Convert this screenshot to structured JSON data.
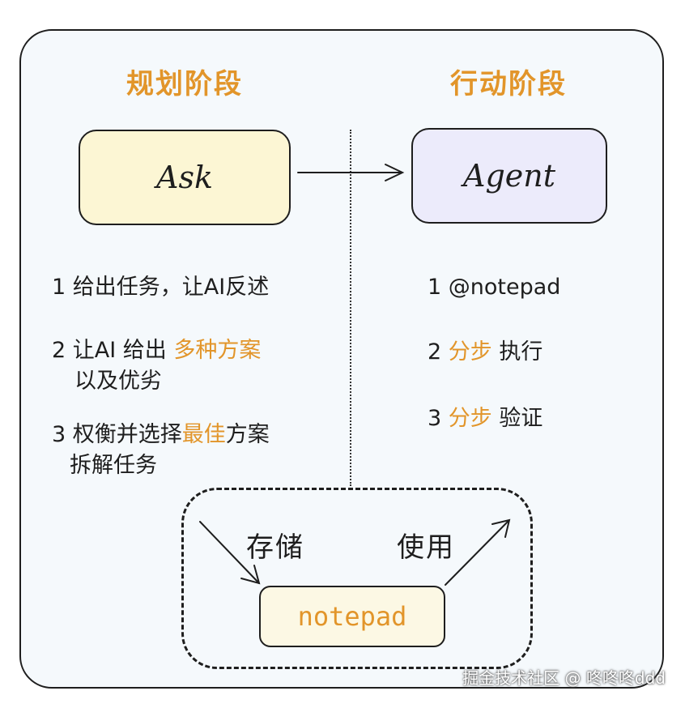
{
  "headings": {
    "planning": "规划阶段",
    "action": "行动阶段"
  },
  "boxes": {
    "ask": "Ask",
    "agent": "Agent",
    "notepad": "notepad"
  },
  "planning_steps": [
    {
      "line1": "1 给出任务，让AI反述"
    },
    {
      "prefix": "2 让AI 给出 ",
      "highlight": "多种方案",
      "line2": "以及优劣"
    },
    {
      "prefix": "3 权衡并选择",
      "highlight": "最佳",
      "suffix": "方案",
      "line2": "拆解任务"
    }
  ],
  "action_steps": [
    {
      "text": "1 @notepad"
    },
    {
      "prefix": "2 ",
      "highlight": "分步",
      "suffix": " 执行"
    },
    {
      "prefix": "3 ",
      "highlight": "分步",
      "suffix": " 验证"
    }
  ],
  "flow": {
    "store": "存储",
    "use": "使用"
  },
  "watermark": "掘金技术社区 @ 咚咚咚ddd",
  "colors": {
    "accent": "#e2952a",
    "ask_fill": "#fcf6d4",
    "agent_fill": "#ecebfb",
    "notepad_fill": "#fcf8e4",
    "panel_fill": "#f5f9fc"
  }
}
